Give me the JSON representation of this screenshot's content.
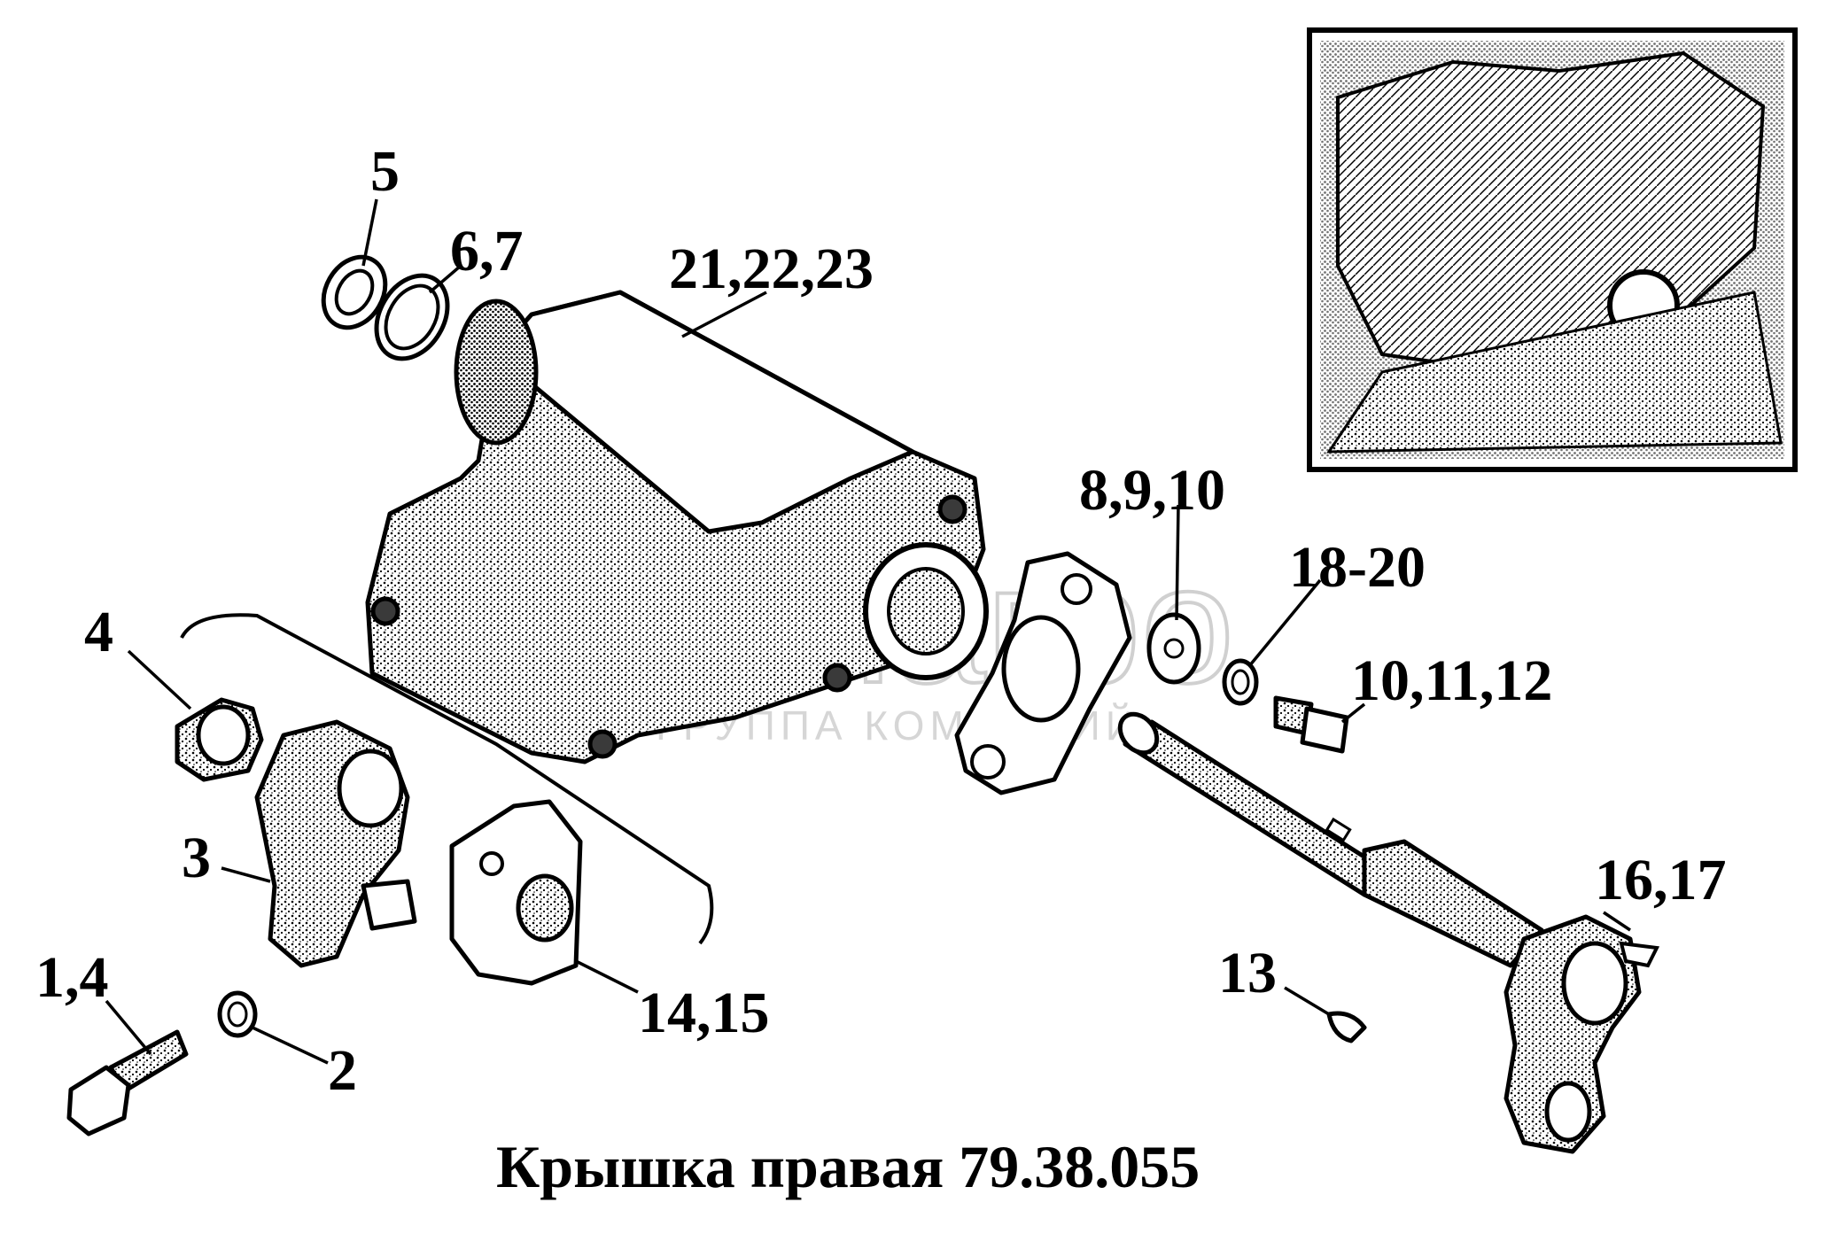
{
  "title": "Крышка правая 79.38.055",
  "watermark": {
    "brand": "белагро",
    "tagline": "ГРУППА КОМПАНИЙ"
  },
  "callouts": [
    {
      "id": "c5",
      "label": "5"
    },
    {
      "id": "c67",
      "label": "6,7"
    },
    {
      "id": "c212223",
      "label": "21,22,23"
    },
    {
      "id": "c8910",
      "label": "8,9,10"
    },
    {
      "id": "c1820",
      "label": "18-20"
    },
    {
      "id": "c101112",
      "label": "10,11,12"
    },
    {
      "id": "c4",
      "label": "4"
    },
    {
      "id": "c3",
      "label": "3"
    },
    {
      "id": "c14",
      "label": "1,4"
    },
    {
      "id": "c2",
      "label": "2"
    },
    {
      "id": "c1415",
      "label": "14,15"
    },
    {
      "id": "c1617",
      "label": "16,17"
    },
    {
      "id": "c13",
      "label": "13"
    }
  ],
  "colors": {
    "ink": "#000000",
    "paper": "#ffffff",
    "watermark": "#d0d0d0"
  }
}
